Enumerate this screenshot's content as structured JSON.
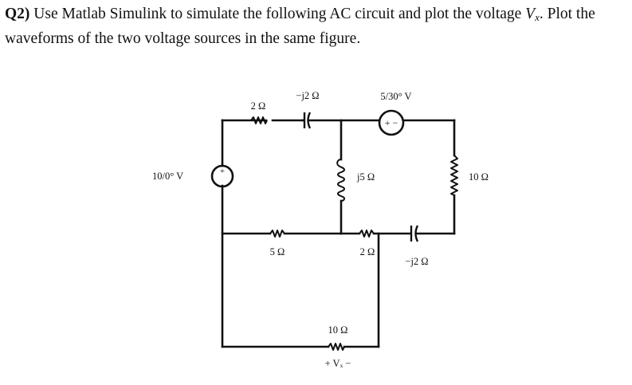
{
  "question": {
    "prefix": "Q2)",
    "text_a": " Use Matlab Simulink to simulate the following AC circuit and plot the voltage ",
    "vx_main": "V",
    "vx_sub": "x",
    "text_b": ". Plot the waveforms of the two voltage sources in the same figure."
  },
  "circuit": {
    "r_top_left": "2 Ω",
    "c_top_left": "−j2 Ω",
    "source_top": "5/30° V",
    "source_top_sign": "+ −",
    "source_left": "10/0° V",
    "source_left_sign": "+",
    "l_middle": "j5 Ω",
    "r_right": "10 Ω",
    "r_mid_left": "5 Ω",
    "r_mid_right": "2 Ω",
    "c_mid_right": "−j2 Ω",
    "r_bottom": "10 Ω",
    "vx_label": "+ Vₓ −"
  }
}
